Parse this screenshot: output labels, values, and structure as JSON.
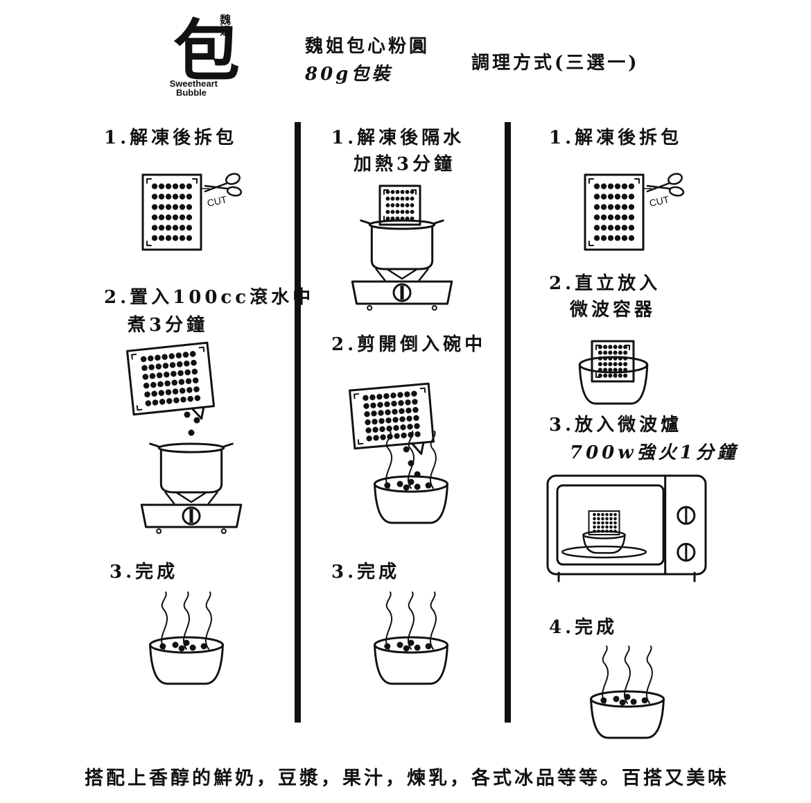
{
  "logo": {
    "big_char": "包",
    "small_chars": "魏姐",
    "english_line1": "Sweetheart",
    "english_line2": "Bubble"
  },
  "header": {
    "product_name": "魏姐包心粉圓",
    "package": "80g包裝",
    "method_title": "調理方式(三選一)"
  },
  "columns": [
    {
      "steps": [
        {
          "line1": "1.解凍後拆包",
          "line2": ""
        },
        {
          "line1": "2.置入100cc滾水中",
          "line2": "煮3分鐘"
        },
        {
          "line1": "3.完成",
          "line2": ""
        }
      ]
    },
    {
      "steps": [
        {
          "line1": "1.解凍後隔水",
          "line2": "加熱3分鐘"
        },
        {
          "line1": "2.剪開倒入碗中",
          "line2": ""
        },
        {
          "line1": "3.完成",
          "line2": ""
        }
      ]
    },
    {
      "steps": [
        {
          "line1": "1.解凍後拆包",
          "line2": ""
        },
        {
          "line1": "2.直立放入",
          "line2": "微波容器"
        },
        {
          "line1": "3.放入微波爐",
          "line2": "700w強火1分鐘"
        },
        {
          "line1": "4.完成",
          "line2": ""
        }
      ]
    }
  ],
  "cut_label": "CUT",
  "footer": "搭配上香醇的鮮奶，豆漿，果汁，煉乳，各式冰品等等。百搭又美味",
  "colors": {
    "ink": "#111111",
    "background": "#ffffff"
  },
  "icons": [
    "scissors-icon",
    "bubble-pack-icon",
    "stove-pot-icon",
    "steaming-bowl-icon",
    "microwave-icon"
  ]
}
